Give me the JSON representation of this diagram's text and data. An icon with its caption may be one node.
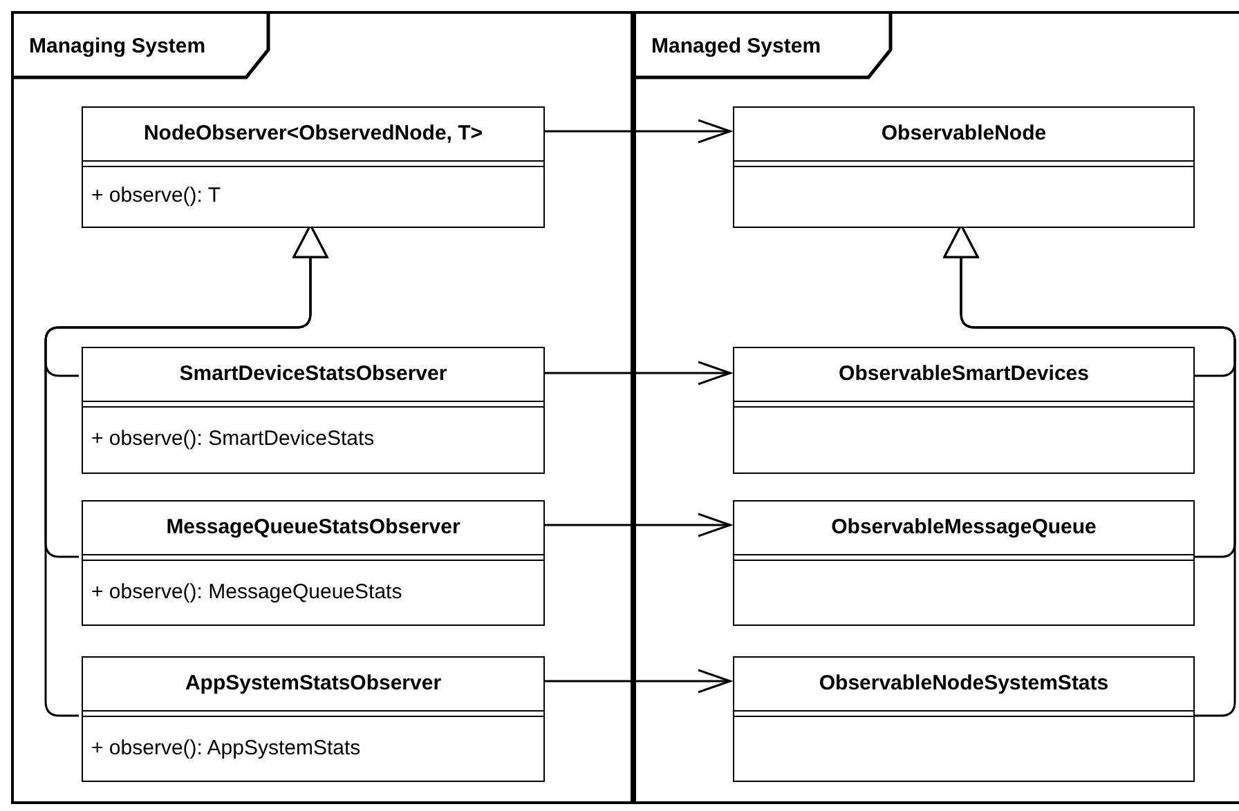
{
  "diagram": {
    "nodes": [
      {
        "text": [
          "Managing System"
        ]
      },
      {
        "text": [
          "Managed System"
        ]
      },
      {
        "text": [
          "NodeObserver<ObservedNode, T>",
          "+ observe(): T"
        ],
        "in": 0
      },
      {
        "text": [
          "SmartDeviceStatsObserver",
          "+ observe(): SmartDeviceStats"
        ],
        "in": 0
      },
      {
        "text": [
          "MessageQueueStatsObserver",
          "+ observe(): MessageQueueStats"
        ],
        "in": 0
      },
      {
        "text": [
          "AppSystemStatsObserver",
          "+ observe(): AppSystemStats"
        ],
        "in": 0
      },
      {
        "text": [
          "ObservableNode"
        ],
        "in": 1
      },
      {
        "text": [
          "ObservableSmartDevices"
        ],
        "in": 1
      },
      {
        "text": [
          "ObservableMessageQueue"
        ],
        "in": 1
      },
      {
        "text": [
          "ObservableNodeSystemStats"
        ],
        "in": 1
      }
    ],
    "edges": [
      {
        "from": 2,
        "to": 6,
        "arrow": "to"
      },
      {
        "from": 3,
        "to": 2,
        "arrow": "to"
      },
      {
        "from": 4,
        "to": 2,
        "arrow": "to"
      },
      {
        "from": 5,
        "to": 2,
        "arrow": "to"
      },
      {
        "from": 3,
        "to": 7,
        "arrow": "to"
      },
      {
        "from": 4,
        "to": 8,
        "arrow": "to"
      },
      {
        "from": 5,
        "to": 9,
        "arrow": "to"
      },
      {
        "from": 7,
        "to": 6,
        "arrow": "to"
      },
      {
        "from": 8,
        "to": 6,
        "arrow": "to"
      },
      {
        "from": 9,
        "to": 6,
        "arrow": "to"
      }
    ]
  }
}
